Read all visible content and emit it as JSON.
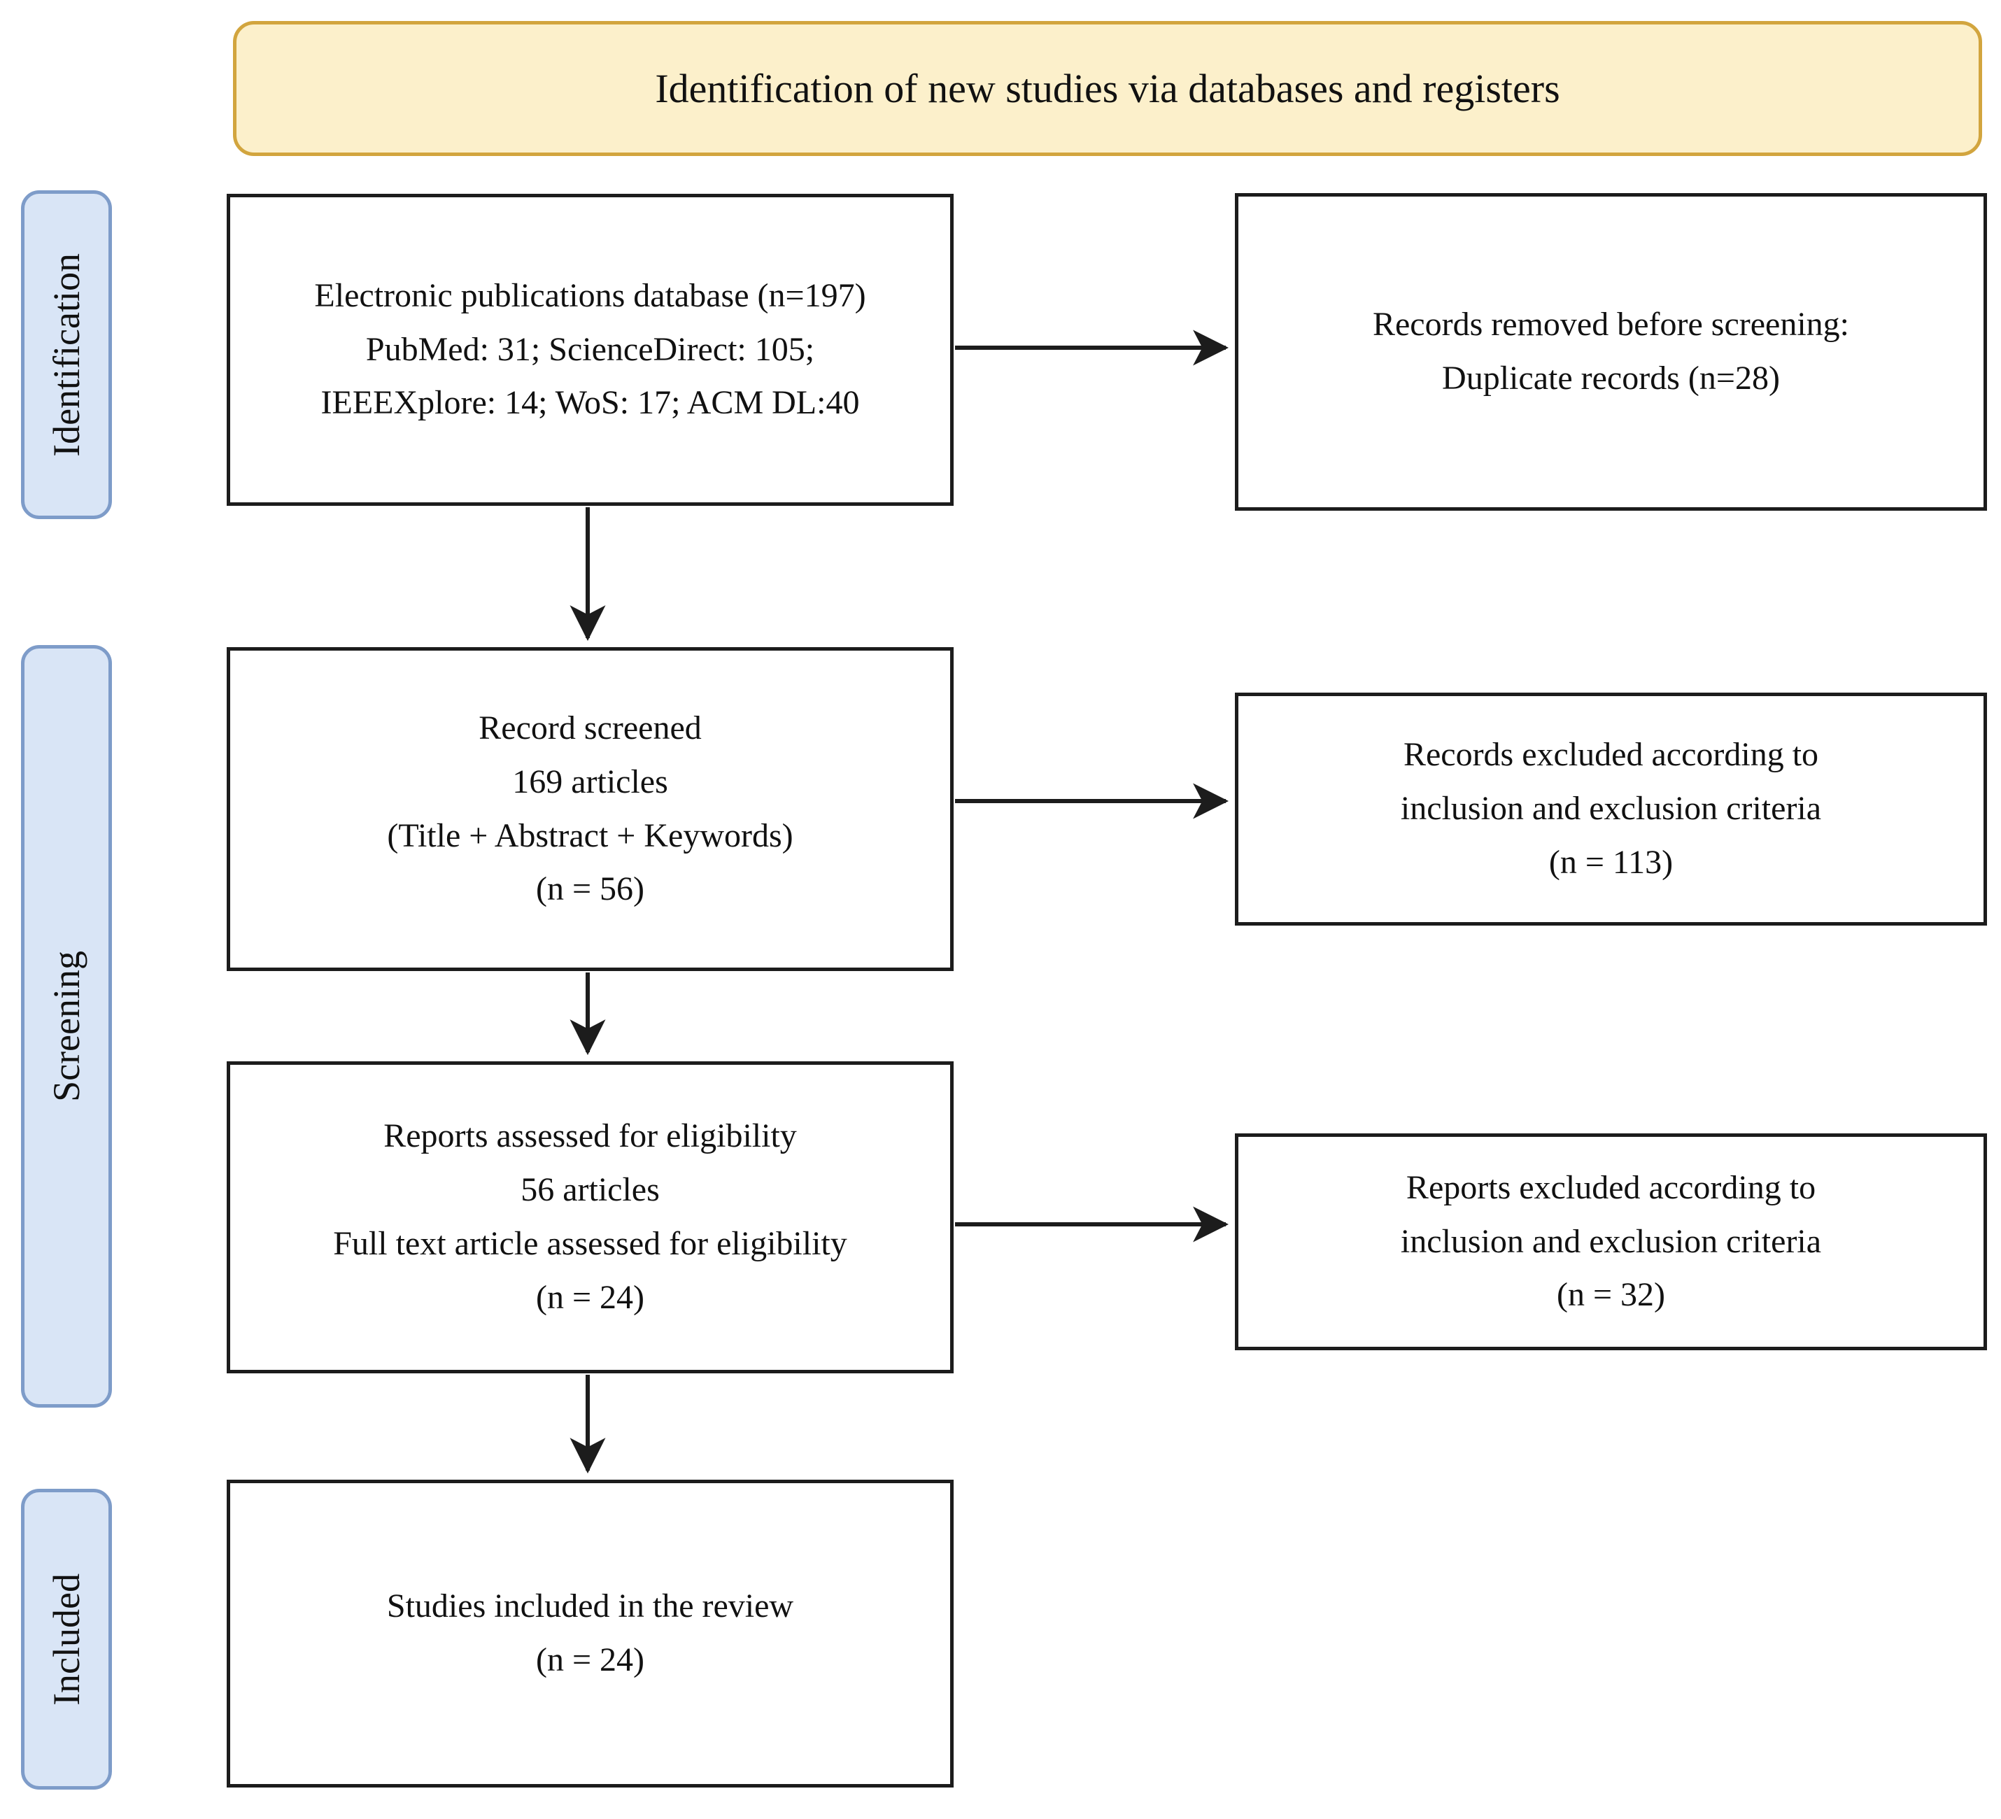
{
  "title": "Identification of new studies via databases and registers",
  "stage_labels": {
    "identification": "Identification",
    "screening": "Screening",
    "included": "Included"
  },
  "boxes": {
    "database_search": {
      "lines": [
        "Electronic publications database (n=197)",
        "PubMed: 31; ScienceDirect: 105;",
        "IEEEXplore: 14; WoS: 17; ACM DL:40"
      ]
    },
    "records_removed": {
      "lines": [
        "Records removed before screening:",
        "Duplicate records (n=28)"
      ]
    },
    "records_screened": {
      "lines": [
        "Record screened",
        "169 articles",
        "(Title + Abstract + Keywords)",
        "(n = 56)"
      ]
    },
    "records_excluded": {
      "lines": [
        "Records excluded according to",
        "inclusion and exclusion criteria",
        "(n = 113)"
      ]
    },
    "reports_assessed": {
      "lines": [
        "Reports assessed for eligibility",
        "56 articles",
        "Full text article assessed for eligibility",
        "(n = 24)"
      ]
    },
    "reports_excluded": {
      "lines": [
        "Reports excluded according to",
        "inclusion and exclusion criteria",
        "(n = 32)"
      ]
    },
    "studies_included": {
      "lines": [
        "Studies included in the review",
        "(n = 24)"
      ]
    }
  },
  "colors": {
    "banner_fill": "#fcf0cb",
    "banner_border": "#d2a53e",
    "stage_fill": "#d9e5f6",
    "stage_border": "#7e9cc9",
    "box_border": "#1c1c1c",
    "arrow": "#1c1c1c"
  }
}
